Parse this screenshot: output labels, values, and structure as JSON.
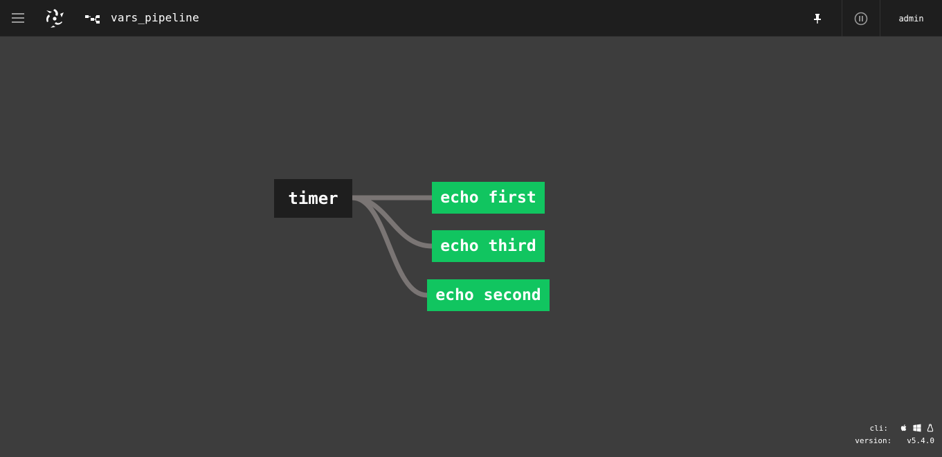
{
  "header": {
    "pipeline_name": "vars_pipeline",
    "user": "admin",
    "icons": [
      "menu-icon",
      "concourse-logo-icon",
      "pipeline-icon",
      "pin-icon",
      "pause-icon"
    ]
  },
  "graph": {
    "resources": [
      {
        "name": "timer"
      }
    ],
    "jobs": [
      {
        "name": "echo first",
        "status": "succeeded"
      },
      {
        "name": "echo third",
        "status": "succeeded"
      },
      {
        "name": "echo second",
        "status": "succeeded"
      }
    ],
    "colors": {
      "background": "#3d3d3d",
      "topbar": "#1e1e1e",
      "resource": "#1e1e1e",
      "job_succeeded": "#11c560",
      "edge": "#7a7574"
    }
  },
  "footer": {
    "cli_label": "cli:",
    "cli_icons": [
      "apple-icon",
      "windows-icon",
      "linux-icon"
    ],
    "version_label": "version:",
    "version_value": "v5.4.0"
  }
}
